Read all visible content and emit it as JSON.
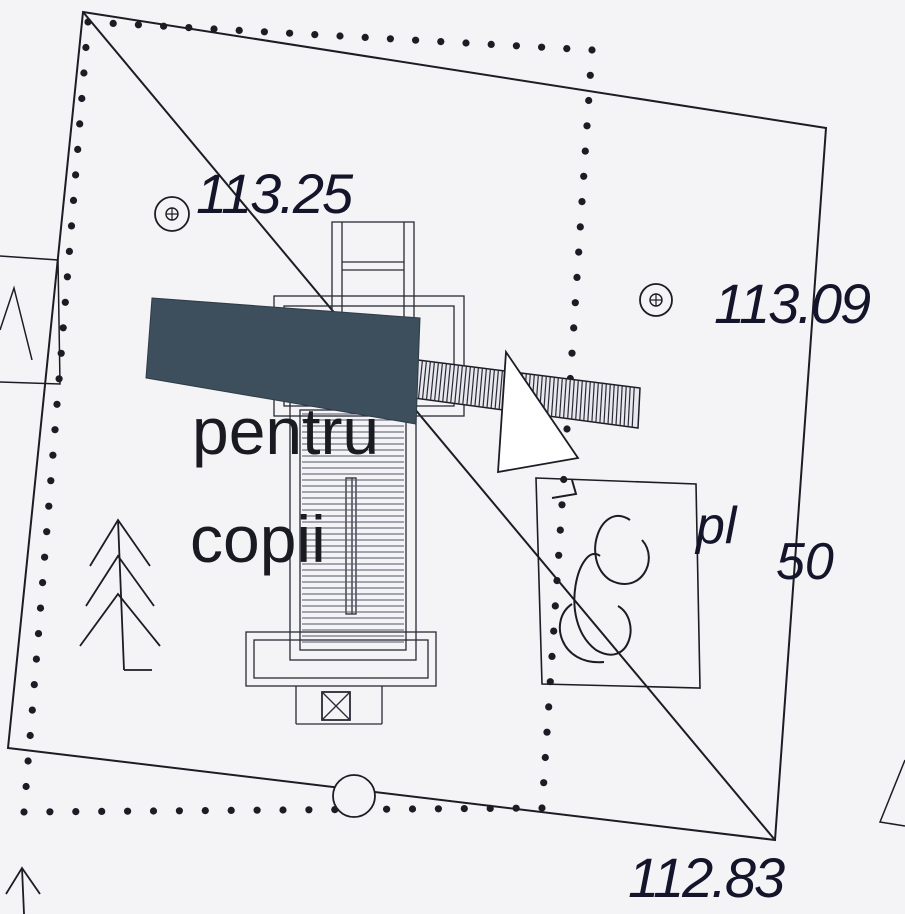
{
  "plan": {
    "elevations": {
      "top_left": "113.25",
      "right": "113.09",
      "bottom_right": "112.83"
    },
    "label": {
      "line1": "pentru",
      "line2": "copii"
    },
    "plot": {
      "prefix": "pl",
      "number": "50"
    },
    "colors": {
      "ink": "#1c1c24",
      "fill": "#3d4e5c",
      "paper": "#f4f4f6"
    },
    "symbols": [
      "survey-point-icon",
      "tree-icon",
      "triangle-icon",
      "manhole-icon",
      "fire-hydrant-icon"
    ]
  }
}
